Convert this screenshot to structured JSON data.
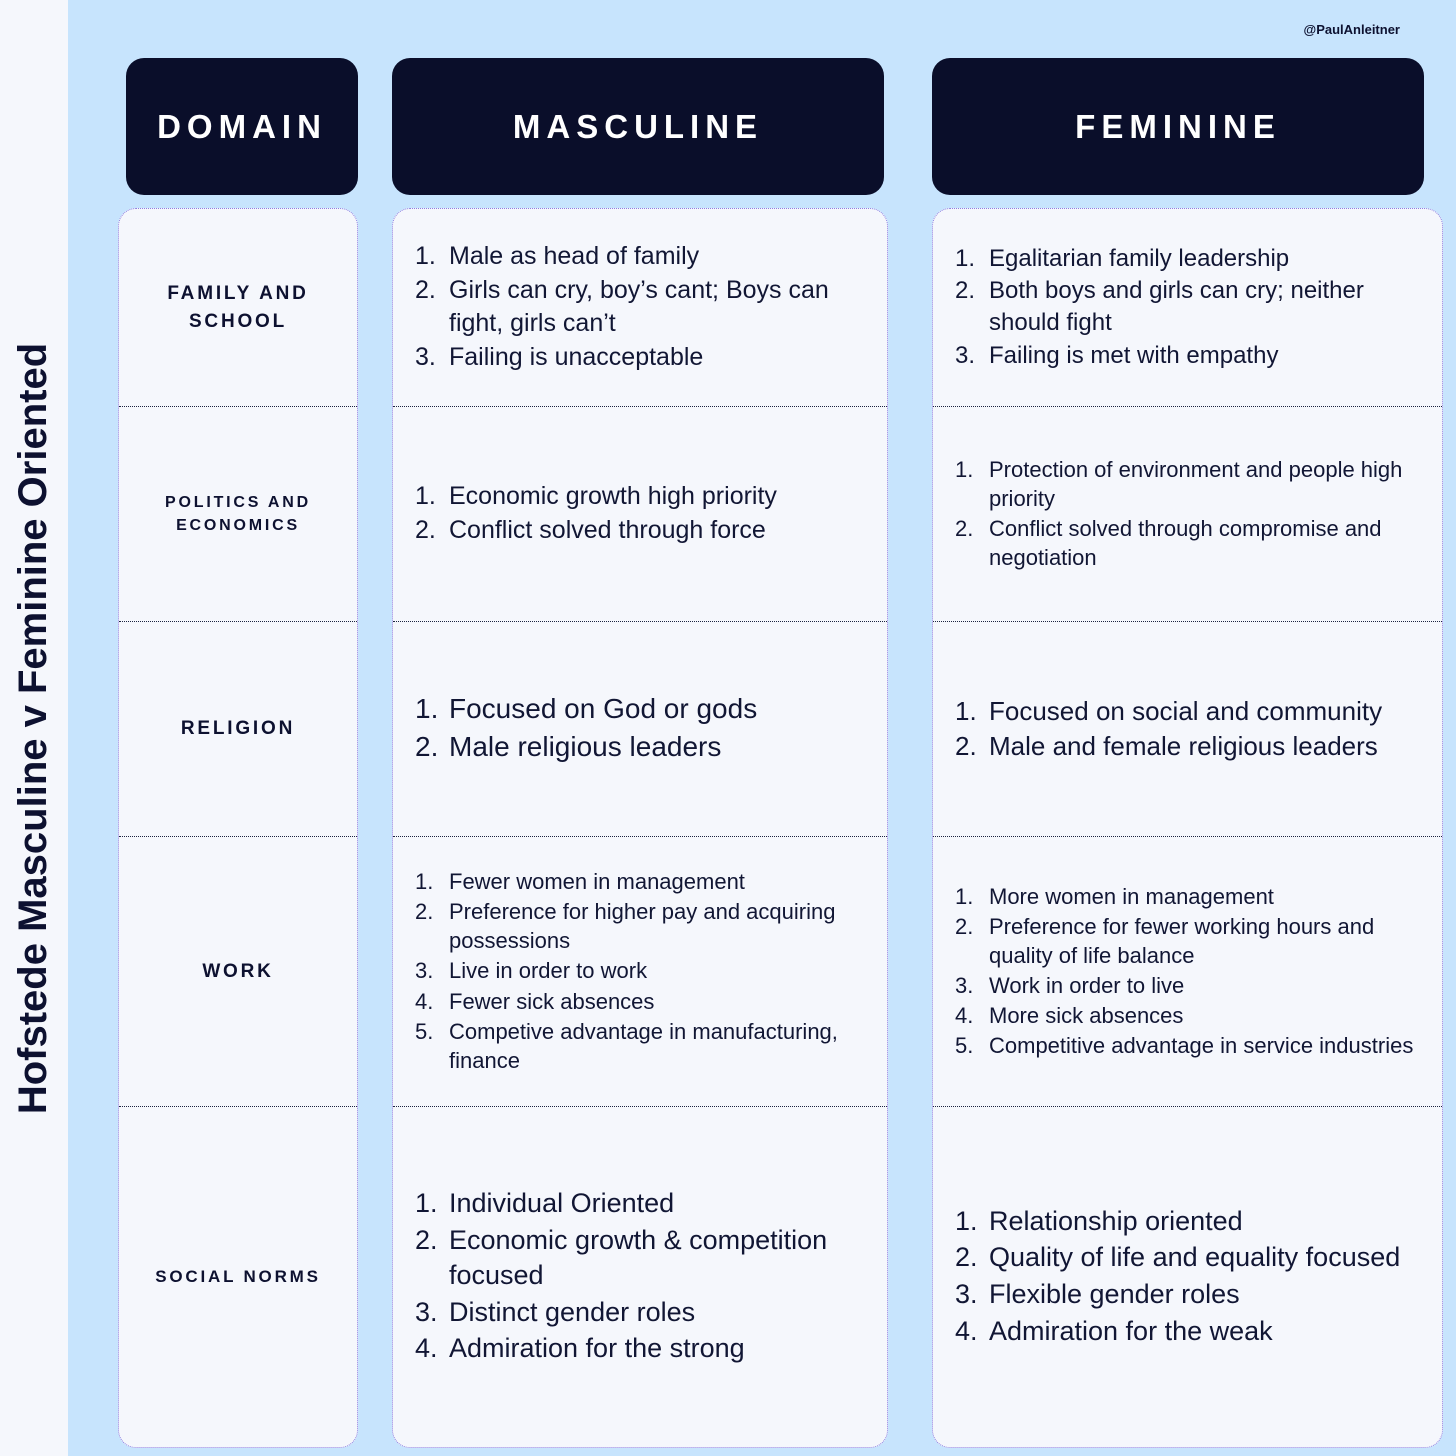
{
  "title": "Hofstede Masculine v Feminine Oriented",
  "handle": "@PaulAnleitner",
  "colors": {
    "background": "#c7e4fd",
    "header_bg": "#0a0e2a",
    "card_bg": "#f5f7fc",
    "text": "#111634",
    "card_border": "#8f7de0",
    "row_divider": "#1b2340"
  },
  "headers": {
    "domain": "DOMAIN",
    "masculine": "MASCULINE",
    "feminine": "FEMININE"
  },
  "rows": [
    {
      "domain": "FAMILY AND SCHOOL",
      "masculine": [
        "Male as head of family",
        "Girls can cry, boy’s cant; Boys can fight, girls can’t",
        "Failing is unacceptable"
      ],
      "feminine": [
        "Egalitarian family leadership",
        "Both boys and girls can cry; neither should fight",
        "Failing is met with empathy"
      ]
    },
    {
      "domain": "POLITICS AND ECONOMICS",
      "masculine": [
        "Economic growth high priority",
        "Conflict solved through force"
      ],
      "feminine": [
        "Protection of environment and people high priority",
        "Conflict solved through compromise and negotiation"
      ]
    },
    {
      "domain": "RELIGION",
      "masculine": [
        "Focused on God or gods",
        "Male religious leaders"
      ],
      "feminine": [
        "Focused on social and community",
        "Male and female religious leaders"
      ]
    },
    {
      "domain": "WORK",
      "masculine": [
        "Fewer women in management",
        "Preference for higher pay and acquiring possessions",
        "Live in order to work",
        "Fewer sick absences",
        "Competive advantage in manufacturing, finance"
      ],
      "feminine": [
        "More women in management",
        "Preference for fewer working hours and quality of life balance",
        "Work in order to live",
        "More sick absences",
        "Competitive advantage in service industries"
      ]
    },
    {
      "domain": "SOCIAL NORMS",
      "masculine": [
        "Individual Oriented",
        "Economic growth & competition focused",
        "Distinct gender roles",
        "Admiration for the strong"
      ],
      "feminine": [
        "Relationship oriented",
        "Quality of life and equality focused",
        "Flexible gender roles",
        "Admiration for the weak"
      ]
    }
  ]
}
